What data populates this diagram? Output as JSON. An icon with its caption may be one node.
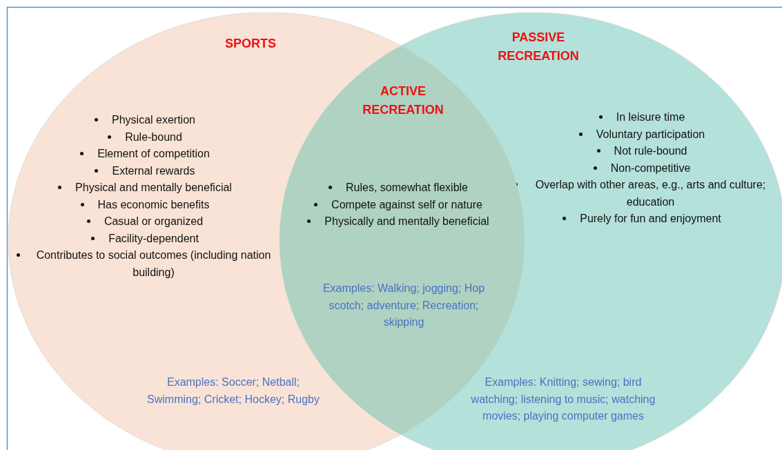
{
  "diagram": {
    "nodes": [
      {
        "text": [
          "SPORTS",
          "Physical exertion",
          "Rule-bound",
          "Element of competition",
          "External rewards",
          "Physical and mentally beneficial",
          "Has economic benefits",
          "Casual or organized",
          "Facility-dependent",
          "Contributes to social outcomes (including nation building)",
          "Examples: Soccer; Netball; Swimming; Cricket; Hockey; Rugby"
        ]
      },
      {
        "text": [
          "PASSIVE RECREATION",
          "In leisure time",
          "Voluntary participation",
          "Not rule-bound",
          "Non-competitive",
          "Overlap with other areas, e.g., arts and culture; education",
          "Purely for fun and enjoyment",
          "Examples: Knitting; sewing; bird watching; listening to music; watching movies; playing computer games"
        ]
      },
      {
        "text": [
          "ACTIVE RECREATION",
          "Rules, somewhat flexible",
          "Compete against self or nature",
          "Physically and mentally beneficial",
          "Examples: Walking; jogging; Hop scotch; adventure; Recreation; skipping"
        ]
      }
    ]
  }
}
